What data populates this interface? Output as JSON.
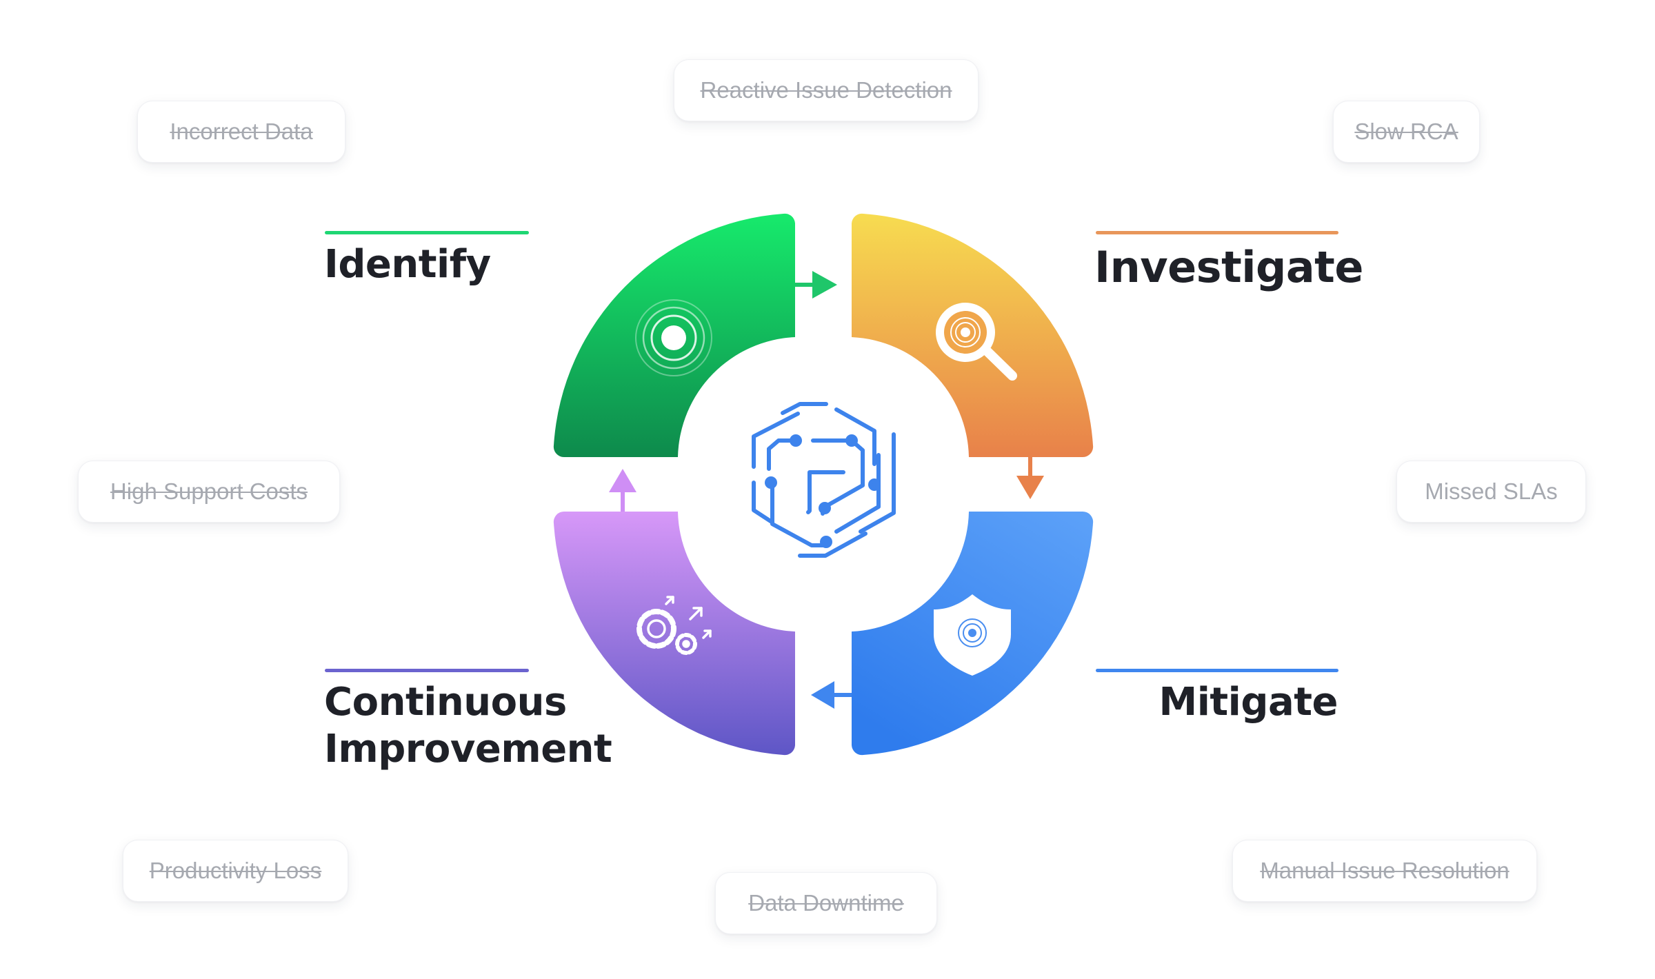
{
  "stages": {
    "identify": {
      "label": "Identify",
      "color": "#1ed673"
    },
    "investigate": {
      "label": "Investigate",
      "color": "#e8965a"
    },
    "mitigate": {
      "label": "Mitigate",
      "color": "#3f86ef"
    },
    "improvement": {
      "line1": "Continuous",
      "line2": "Improvement",
      "color": "#6b63cf"
    }
  },
  "problems": {
    "reactive_issue_detection": "Reactive Issue Detection",
    "incorrect_data": "Incorrect Data",
    "slow_rca": "Slow RCA",
    "high_support_costs": "High Support Costs",
    "missed_slas": "Missed SLAs",
    "productivity_loss": "Productivity Loss",
    "data_downtime": "Data Downtime",
    "manual_issue_resolution": "Manual Issue Resolution"
  },
  "icons": {
    "identify": "target-icon",
    "investigate": "magnifier-icon",
    "mitigate": "shield-icon",
    "improvement": "gears-icon",
    "center": "network-logo-icon"
  }
}
